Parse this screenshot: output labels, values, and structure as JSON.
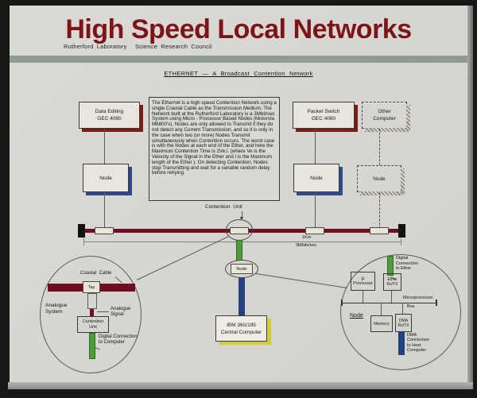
{
  "header": {
    "title": "High Speed Local Networks",
    "org1": "Rutherford Laboratory",
    "org2": "Science Research Council"
  },
  "section_heading": "ETHERNET — A Broadcast Contention Network",
  "description": "The Ethernet is a high speed Contention Network using a single Coaxial Cable as the Transmission Medium. The Network built at the Rutherford Laboratory is a 3Mbit/sec System using Micro - Processor Based Nodes (Motorola M6800's). Nodes are only allowed to Transmit if they do not detect any Current Transmission, and so it is only in the case when two (or more) Nodes Transmit simultaneously when Contention occurs. The worst case is with the Nodes at each end of the Ether, and here the Maximum Contention Time is 2Ve.l. (where Ve is the Velocity of the Signal in the Ether and l is the Maximum length of the Ether ). On detecting Contention, Nodes stop Transmitting and wait for a variable random delay before retrying.",
  "diagram": {
    "data_editing": [
      "Data Editing",
      "GEC 4080"
    ],
    "packet_switch": [
      "Packet Switch",
      "GEC 4080"
    ],
    "other_computer": [
      "Other",
      "Computer"
    ],
    "node_label": "Node",
    "contention_unit_label": "Contention Unit",
    "cable_length": "1Km",
    "cable_speed": "3Mbits/sec",
    "ibm": [
      "IBM 360/195",
      "Central Computer"
    ]
  },
  "left_detail": {
    "coaxial_cable": "Coaxial Cable",
    "tap": "Tap",
    "analogue_system": [
      "Analogue",
      "System"
    ],
    "analogue_signal": [
      "Analogue",
      "Signal"
    ],
    "contention_unit": [
      "Contention",
      "Unit"
    ],
    "digital_connection": [
      "Digital Connection",
      "to Computer"
    ]
  },
  "right_detail": {
    "digital_connection_ether": [
      "Digital",
      "Connection",
      "to Ether"
    ],
    "processor": [
      "µ",
      "Processor"
    ],
    "ether_transceiver": [
      "Ether",
      "Rx/TX"
    ],
    "bus": [
      "Microprocessor",
      "Bus"
    ],
    "node_label": "Node",
    "memory": "Memory",
    "dma": [
      "DMA",
      "Rx/TX"
    ],
    "dma_connection": [
      "DMA",
      "Connection",
      "to Host",
      "Computer"
    ]
  },
  "colors": {
    "title_red": "#7e1318",
    "cable_red": "#6e1022",
    "node_blue": "#2c4b8f",
    "signal_green": "#4d9c3c",
    "ibm_yellow": "#cfd03c",
    "divider_gray_green": "#8f9c96"
  }
}
